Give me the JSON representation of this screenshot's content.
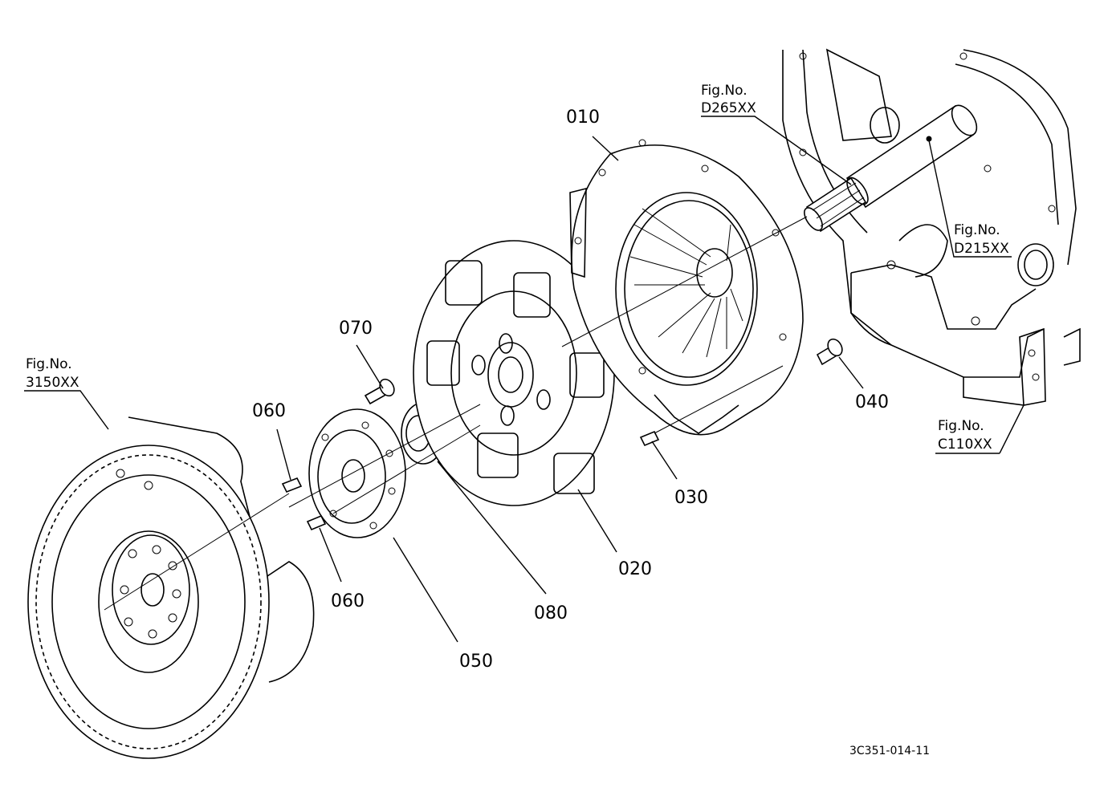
{
  "part_labels": {
    "p010": "010",
    "p020": "020",
    "p030": "030",
    "p040": "040",
    "p050": "050",
    "p060a": "060",
    "p060b": "060",
    "p070": "070",
    "p080": "080"
  },
  "fig_refs": {
    "d265": {
      "line1": "Fig.No.",
      "line2": "D265XX"
    },
    "d215": {
      "line1": "Fig.No.",
      "line2": "D215XX"
    },
    "c110": {
      "line1": "Fig.No.",
      "line2": "C110XX"
    },
    "f3150": {
      "line1": "Fig.No.",
      "line2": "3150XX"
    }
  },
  "drawing_code": "3C351-014-11"
}
